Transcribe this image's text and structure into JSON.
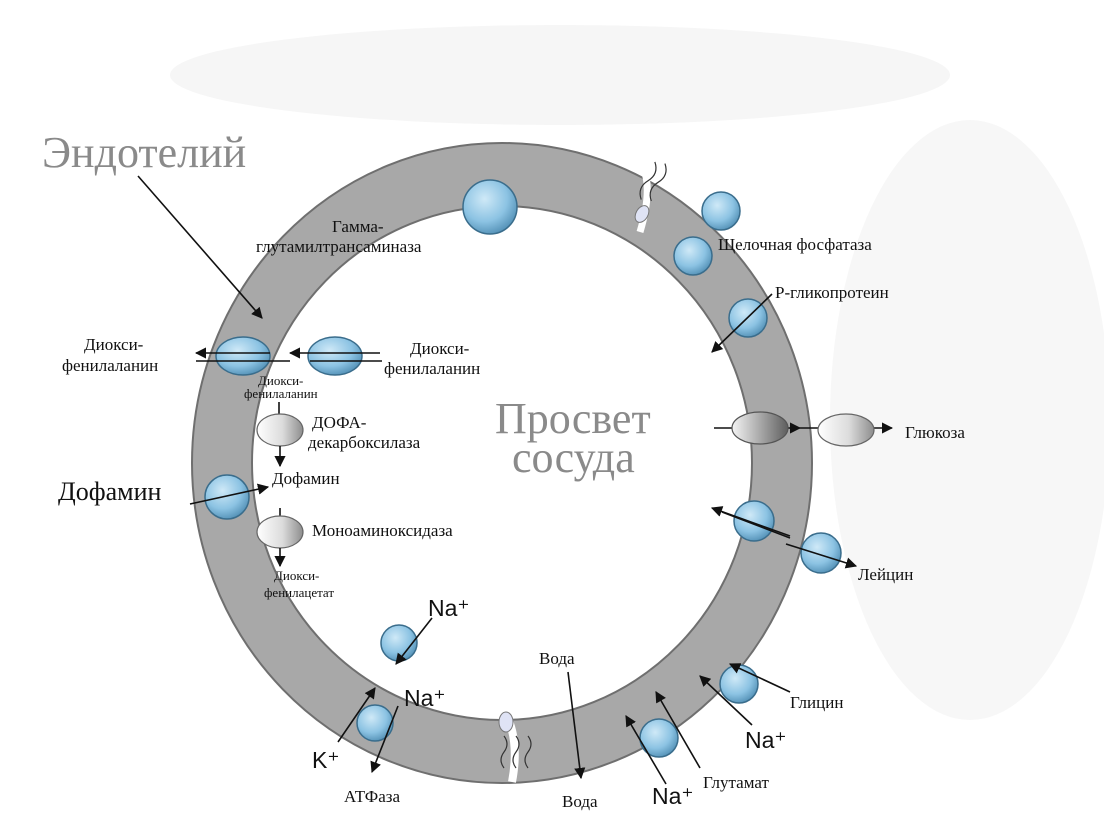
{
  "title": "Эндотелий",
  "center": {
    "line1": "Просвет",
    "line2": "сосуда"
  },
  "labels": {
    "gamma_1": "Гамма-",
    "gamma_2": "глутамилтрансаминаза",
    "alk_phos": "Щелочная фосфатаза",
    "pgp": "P-гликопротеин",
    "dioxy_left_1": "Диокси-",
    "dioxy_left_2": "фенилаланин",
    "dioxy_right_1": "Диокси-",
    "dioxy_right_2": "фенилаланин",
    "dioxy_small_1": "Диокси-",
    "dioxy_small_2": "фенилаланин",
    "dopa_1": "ДОФА-",
    "dopa_2": "декарбоксилаза",
    "dopamine_inner": "Дофамин",
    "dopamine_outer": "Дофамин",
    "mao": "Моноаминоксидаза",
    "dopac_1": "Диокси-",
    "dopac_2": "фенилацетат",
    "glucose": "Глюкоза",
    "leucine": "Лейцин",
    "glycine": "Глицин",
    "glutamate": "Глутамат",
    "na_glycine": "Na⁺",
    "na_glutamate": "Na⁺",
    "water_top": "Вода",
    "water_bottom": "Вода",
    "na_top": "Na⁺",
    "na_mid": "Na⁺",
    "k": "K⁺",
    "atpase": "АТФаза"
  },
  "colors": {
    "ring": "#a8a8a8",
    "ring_edge": "#6f6f6f",
    "transporter": "#8cc3e3",
    "transporter_edge": "#3a6d8c",
    "enzyme": "#e6e6e6",
    "title_gray": "#8a8a8a"
  },
  "icons": [
    "transporter-circle",
    "enzyme-ellipse",
    "tight-junction-spring"
  ]
}
